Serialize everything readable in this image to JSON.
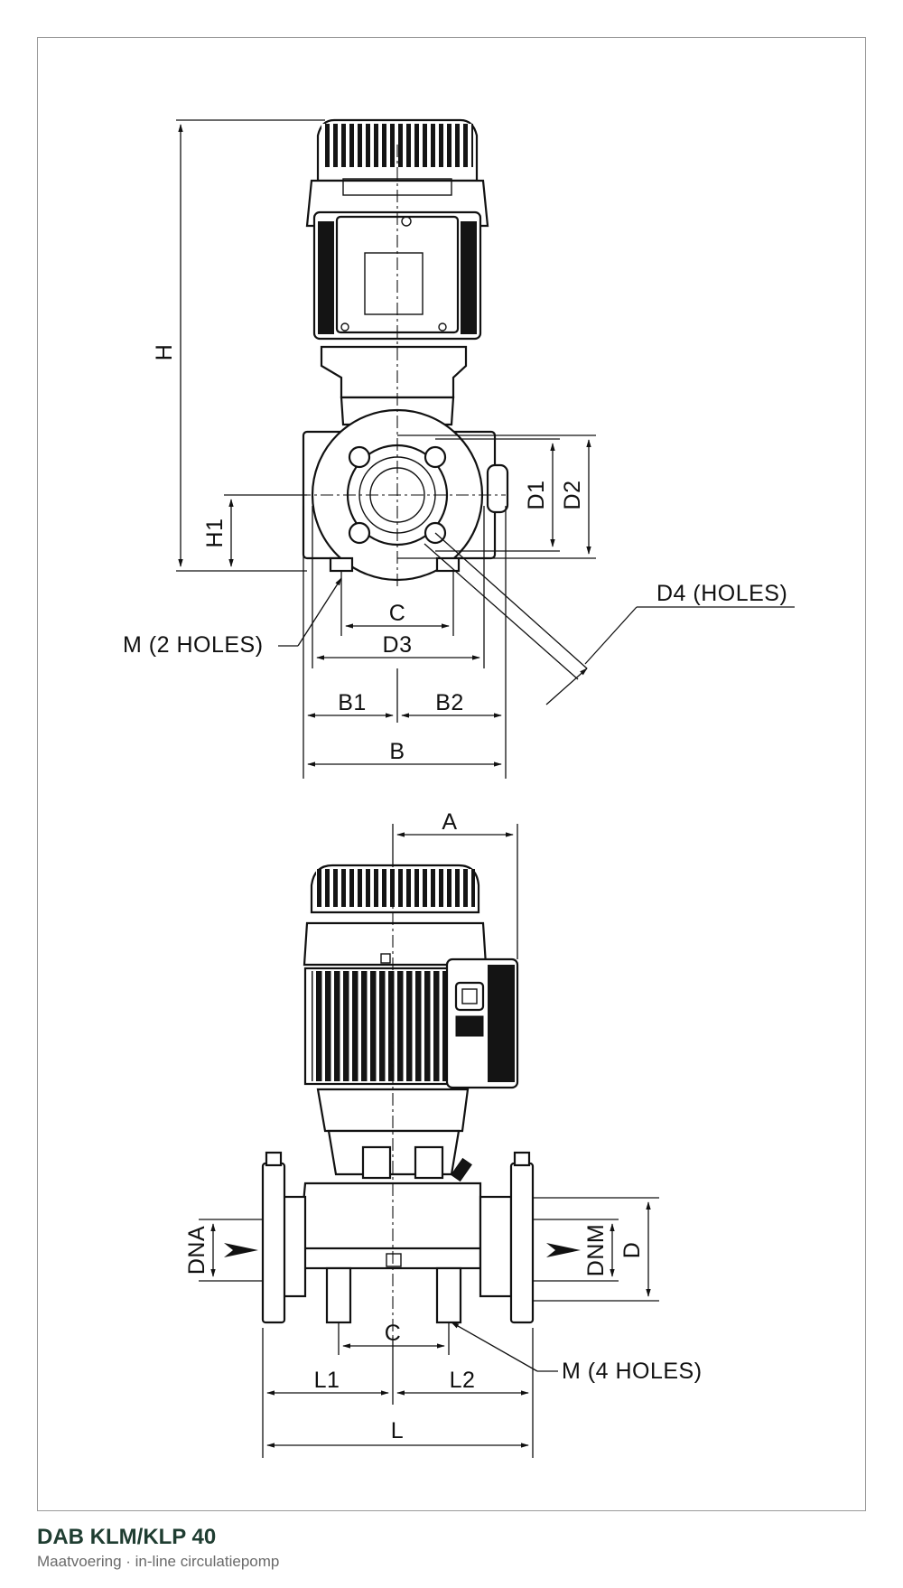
{
  "labels": {
    "H": "H",
    "H1": "H1",
    "D1": "D1",
    "D2": "D2",
    "D4": "D4 (HOLES)",
    "C_top": "C",
    "D3": "D3",
    "M_top": "M (2 HOLES)",
    "B1": "B1",
    "B2": "B2",
    "B": "B",
    "A": "A",
    "DNA": "DNA",
    "DNM": "DNM",
    "D": "D",
    "C_bottom": "C",
    "M_bottom": "M (4 HOLES)",
    "L1": "L1",
    "L2": "L2",
    "L": "L"
  },
  "caption": {
    "title": "DAB KLM/KLP 40",
    "subtitle": "Maatvoering · in-line circulatiepomp"
  },
  "colors": {
    "ink": "#111111",
    "frame": "#9a9a9a",
    "title": "#1f3d31",
    "subtitle": "#6a6a6a"
  }
}
